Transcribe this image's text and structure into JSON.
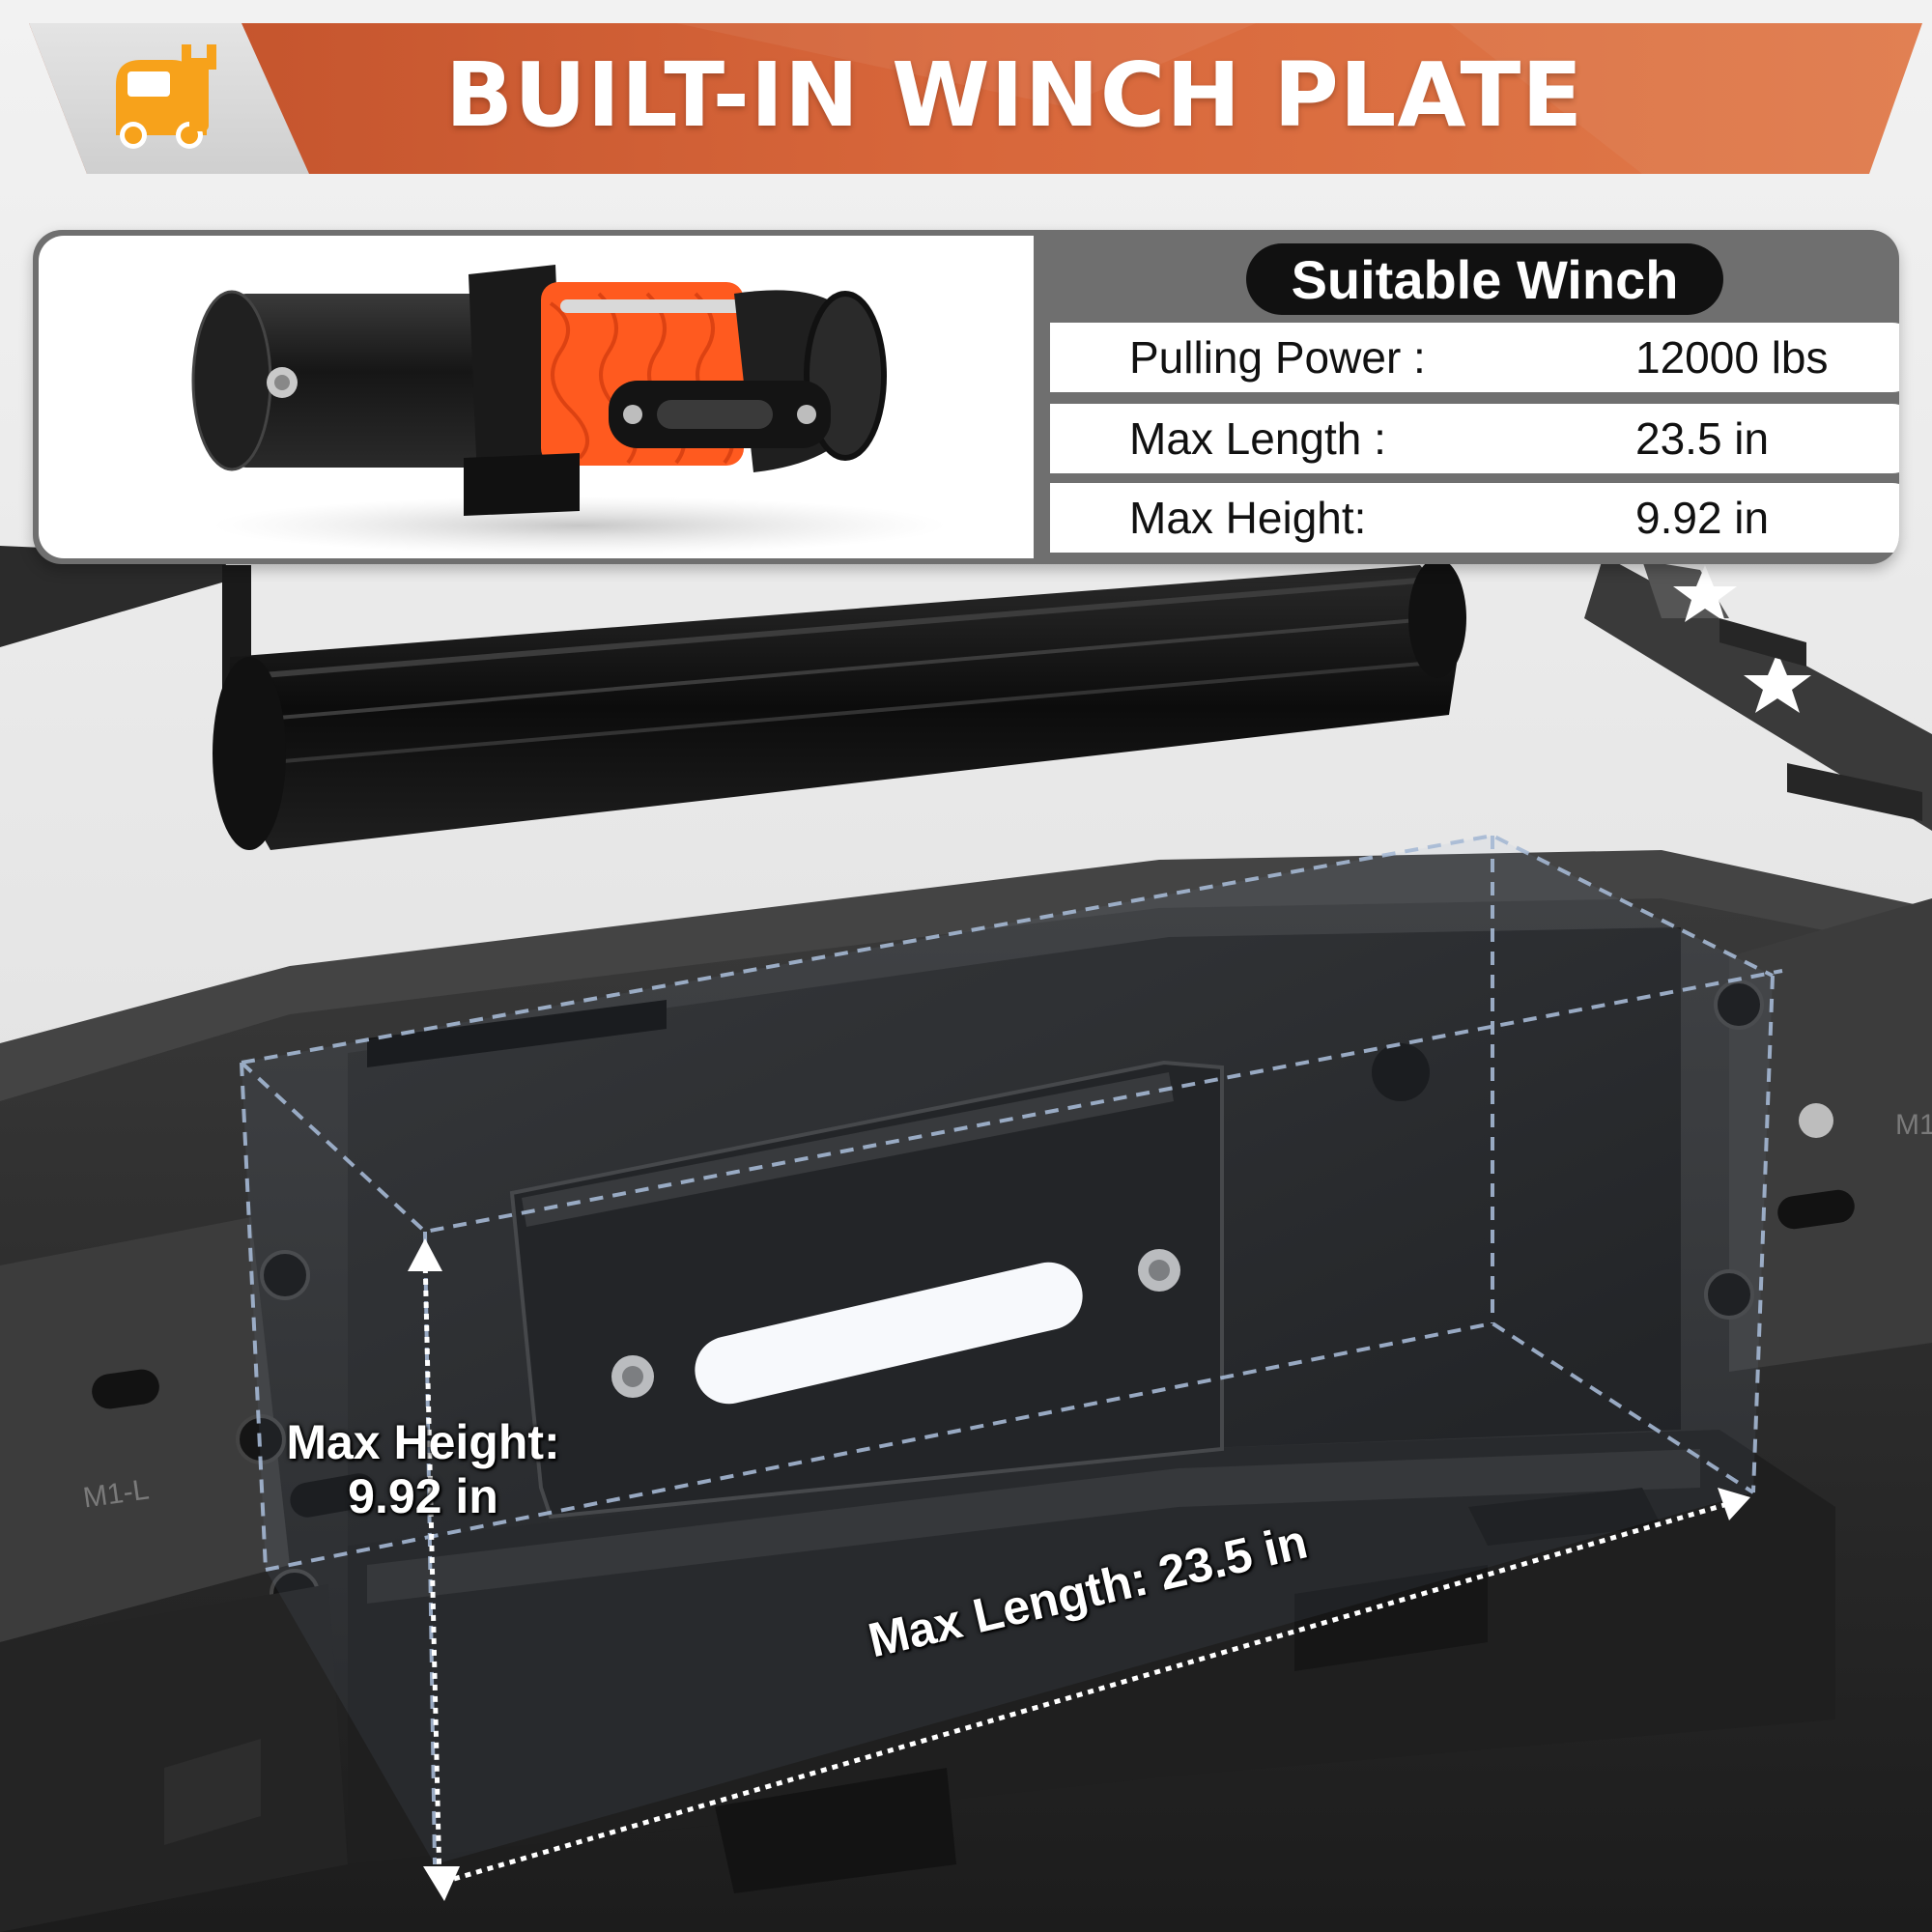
{
  "banner": {
    "title": "BUILT-IN WINCH PLATE",
    "icon": "car-wrench-icon",
    "accent_color": "#d4623a",
    "icon_color": "#f7a21b"
  },
  "specs": {
    "header": "Suitable Winch",
    "rows": [
      {
        "label": "Pulling Power :",
        "value": "12000 lbs"
      },
      {
        "label": "Max Length :",
        "value": "23.5 in"
      },
      {
        "label": "Max Height:",
        "value": "9.92 in"
      }
    ],
    "winch_rope_color": "#ff5a1f"
  },
  "dimensions": {
    "height_label": "Max Height:",
    "height_value": "9.92  in",
    "length_label": "Max Length: 23.5 in"
  },
  "plate_marks": {
    "left": "M1-L",
    "right": "M1"
  }
}
